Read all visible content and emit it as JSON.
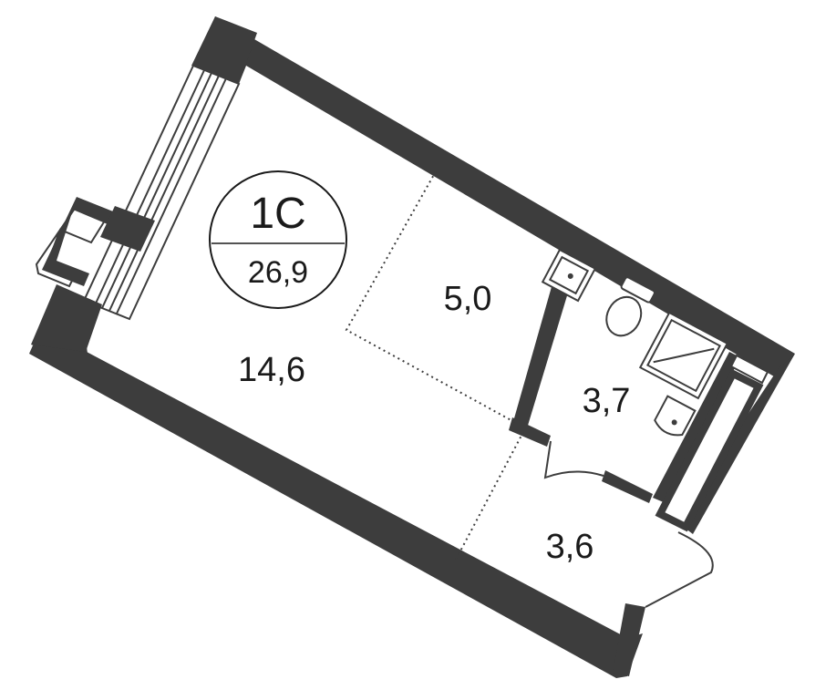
{
  "plan": {
    "unit_type": "1С",
    "total_area": "26,9",
    "rooms": [
      {
        "id": "living",
        "area": "14,6"
      },
      {
        "id": "kitchen",
        "area": "5,0"
      },
      {
        "id": "bathroom",
        "area": "3,7"
      },
      {
        "id": "hall",
        "area": "3,6"
      }
    ]
  },
  "colors": {
    "wall": "#3d3d3d",
    "background": "#ffffff",
    "text": "#1a1a1a"
  }
}
